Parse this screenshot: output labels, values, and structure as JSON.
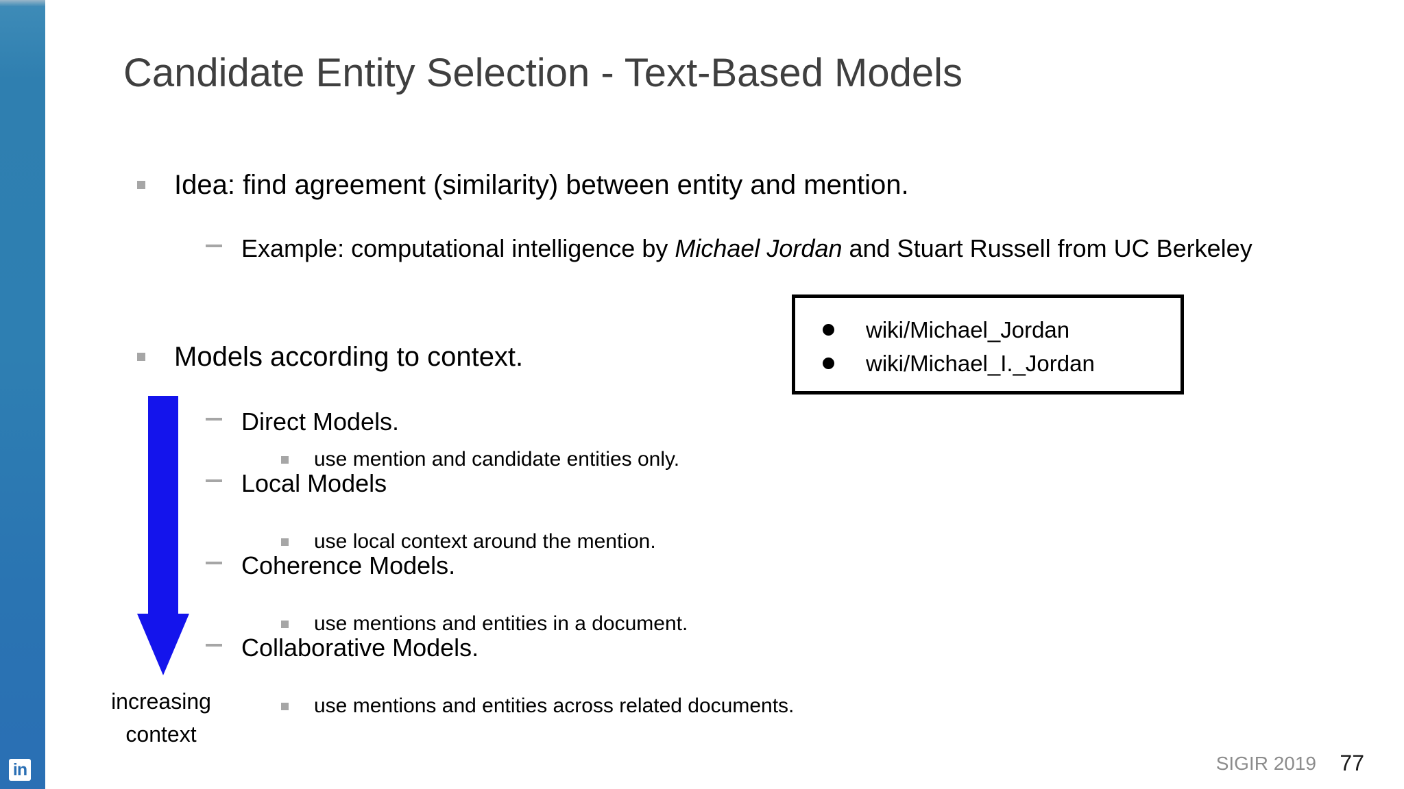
{
  "slide": {
    "title": "Candidate Entity Selection - Text-Based Models",
    "accent_color": "#2f7fb0",
    "arrow_color": "#1414ec"
  },
  "content": {
    "bullet1": "Idea: find agreement (similarity) between entity and mention.",
    "example": {
      "prefix": "Example: computational intelligence by ",
      "italic": "Michael Jordan",
      "suffix": " and Stuart Russell from UC Berkeley"
    },
    "bullet2": "Models according to context.",
    "models": [
      {
        "name": "Direct Models.",
        "detail": "use mention and candidate entities only."
      },
      {
        "name": "Local Models",
        "detail": "use local context around the mention."
      },
      {
        "name": "Coherence Models.",
        "detail": "use mentions and entities in a document."
      },
      {
        "name": "Collaborative Models.",
        "detail": "use mentions and entities across related documents."
      }
    ]
  },
  "candidate_box": {
    "items": [
      "wiki/Michael_Jordan",
      "wiki/Michael_I._Jordan"
    ]
  },
  "annotation": {
    "arrow_caption_line1": "increasing",
    "arrow_caption_line2": "context"
  },
  "footer": {
    "conference": "SIGIR 2019",
    "page_number": "77"
  },
  "branding": {
    "logo_text": "in"
  }
}
